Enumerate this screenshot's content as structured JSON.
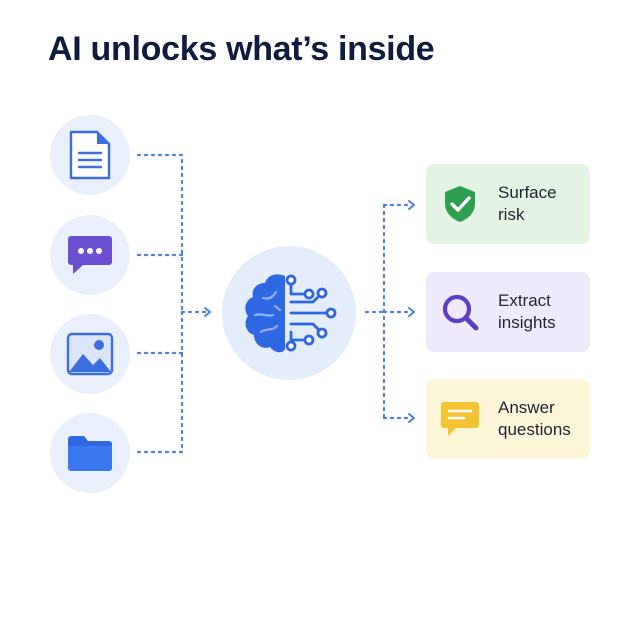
{
  "title": "AI unlocks what’s inside",
  "sources": [
    {
      "icon": "document-icon"
    },
    {
      "icon": "chat-bubble-icon"
    },
    {
      "icon": "image-icon"
    },
    {
      "icon": "folder-icon"
    }
  ],
  "hub": {
    "icon": "ai-brain-circuit-icon"
  },
  "outcomes": [
    {
      "line1": "Surface",
      "line2": "risk",
      "icon": "shield-check-icon",
      "bg": "#e4f4e4"
    },
    {
      "line1": "Extract",
      "line2": "insights",
      "icon": "magnifier-icon",
      "bg": "#efeafb"
    },
    {
      "line1": "Answer",
      "line2": "questions",
      "icon": "chat-answer-icon",
      "bg": "#fdf5d8"
    }
  ],
  "colors": {
    "accent_blue": "#3a6fe0",
    "dotted_line": "#4a7de8",
    "source_bg": "#e9f0fb",
    "hub_bg": "#e3edfb",
    "shield_green": "#2e9e4f",
    "chat_purple": "#6a4fd0",
    "magnifier_purple": "#5b3fc7",
    "answer_yellow": "#f3c333"
  }
}
